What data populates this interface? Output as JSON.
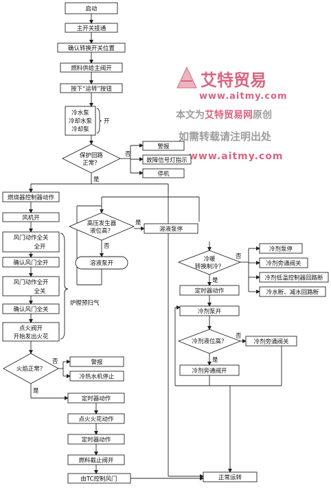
{
  "flow": {
    "start": "启动",
    "main_switch": "主开关接通",
    "confirm_switch": "确认转换开关位置",
    "fuel_valve": "燃料供给主阀开",
    "press_run": "按下“运转”按钮",
    "pumps": [
      "冷水泵",
      "冷却水泵",
      "冷却泵"
    ],
    "pumps_on": "开",
    "protect_q": [
      "保护回路",
      "正常？"
    ],
    "alarm": "警报",
    "fault_signal": "故障信号灯指示",
    "shutdown": "停机",
    "yes": "是",
    "no": "否",
    "burner_action": "燃烧器控制器动作",
    "fan_on": "风机开",
    "damper_full_open": [
      "风门动作全关",
      "全开"
    ],
    "confirm_damper_open": "确认风门全开",
    "damper_full_close": [
      "风门动作全开",
      "全关"
    ],
    "confirm_damper_close": "确认风门全关",
    "ignite": [
      "点火阀开",
      "开始发出火花"
    ],
    "prepurge": "炉膛预扫气",
    "flame_q": "火焰正常？",
    "alarm2": "警报",
    "chiller_stop": "冷热水机停止",
    "timer1": "定时器动作",
    "ignite_spark": "点火火花动作",
    "timer2": "定时器动作",
    "fuel_cut": "燃料截止阀开",
    "tc_damper": "由TC控制风门",
    "normal_run": "正常运转",
    "hp_gen_q": [
      "高压发生器",
      "液位高？"
    ],
    "solution_pump_stop": "溶液泵停",
    "solution_pump_on": "溶液泵开",
    "heat_cool_q": [
      "冷暖",
      "转换制冷？"
    ],
    "refrig_pump_stop": "冷剂泵停",
    "bypass_close": "冷剂旁通阀关",
    "low_temp_ctrl_off": "冷剂低温控制器回路断",
    "cw_low_off": "冷水断、减水回路断",
    "timer3": "定时器动作",
    "refrig_pump_on": "冷剂泵开",
    "refrig_level_q": "冷剂液位高？",
    "bypass_close2": "冷剂旁通阀关",
    "bypass_open": "冷剂旁通阀开"
  },
  "watermark": {
    "brand": "艾特贸易",
    "url1": "www.aitmy.com",
    "line1_prefix": "本文为",
    "line1_brand": "艾特贸易网",
    "line1_suffix": "原创",
    "line2": "如需转载请注明出处",
    "url2": "www.aitmy.com",
    "accent_color": "#d44a6a",
    "gray_color": "#8c8c8c"
  }
}
